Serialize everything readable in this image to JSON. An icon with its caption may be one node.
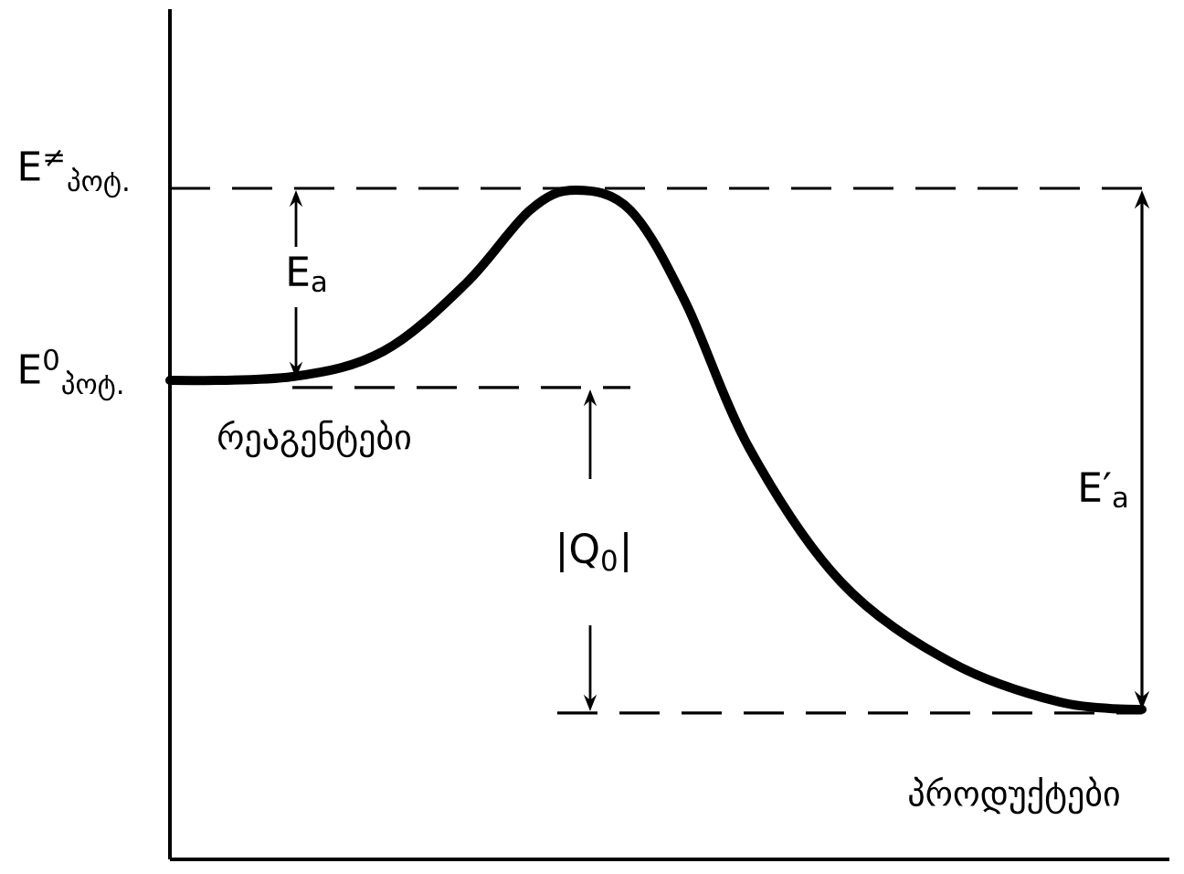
{
  "diagram": {
    "labels": [
      "E$^{≠}$$_{პოტ.}$",
      "E$_{a}$",
      "E$^{0}$$_{პოტ.}$",
      "რეაგენტები",
      "|Q$_{0}$|",
      "E′$_{a}$",
      "პროდუქტები"
    ]
  }
}
